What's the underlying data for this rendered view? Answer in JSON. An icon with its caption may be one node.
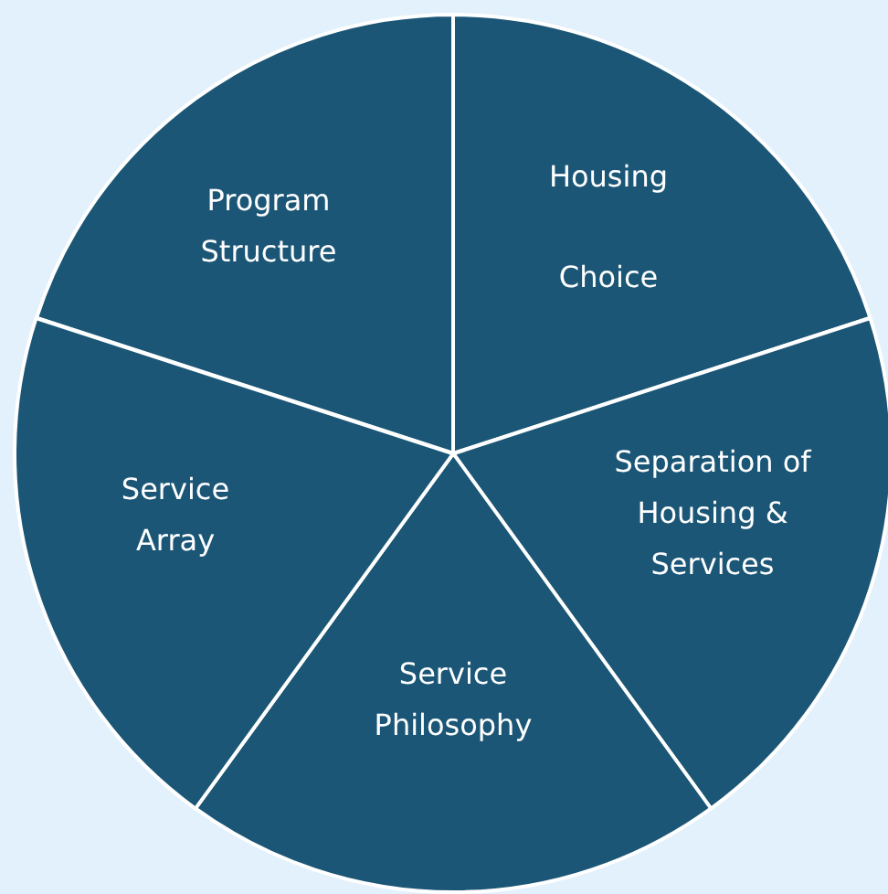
{
  "diagram": {
    "nodes": [
      {
        "text": [
          "Program Structure"
        ]
      },
      {
        "text": [
          "Housing Choice"
        ]
      },
      {
        "text": [
          "Separation of Housing & Services"
        ]
      },
      {
        "text": [
          "Service Philosophy"
        ]
      },
      {
        "text": [
          "Service Array"
        ]
      }
    ]
  }
}
